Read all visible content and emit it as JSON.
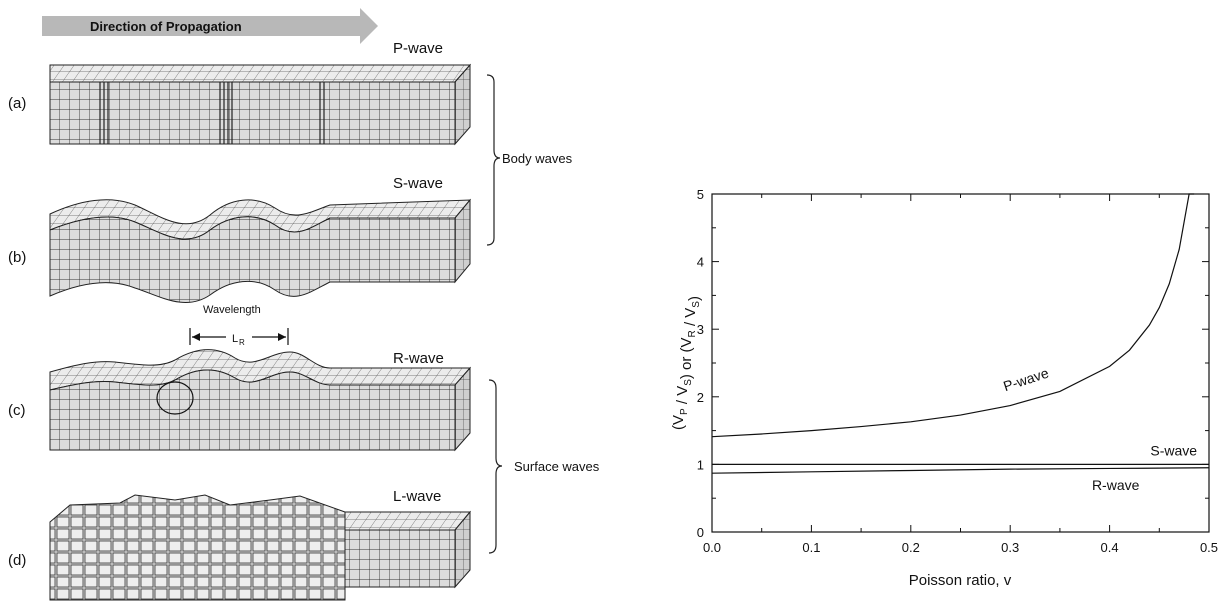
{
  "diagram": {
    "direction_label": "Direction of Propagation",
    "panels": [
      {
        "tag": "(a)",
        "wave": "P-wave"
      },
      {
        "tag": "(b)",
        "wave": "S-wave"
      },
      {
        "tag": "(c)",
        "wave": "R-wave"
      },
      {
        "tag": "(d)",
        "wave": "L-wave"
      }
    ],
    "groups": {
      "body": "Body waves",
      "surface": "Surface waves"
    },
    "wavelength_label": "Wavelength",
    "wavelength_symbol": "L",
    "wavelength_subscript": "R"
  },
  "chart_data": {
    "type": "line",
    "title": "",
    "xlabel": "Poisson ratio, v",
    "ylabel": "(V_P / V_S)  or  (V_R / V_S)",
    "xlim": [
      0.0,
      0.5
    ],
    "ylim": [
      0,
      5
    ],
    "xticks": [
      "0.0",
      "0.1",
      "0.2",
      "0.3",
      "0.4",
      "0.5"
    ],
    "yticks": [
      "0",
      "1",
      "2",
      "3",
      "4",
      "5"
    ],
    "grid": false,
    "series": [
      {
        "name": "P-wave",
        "x": [
          0.0,
          0.05,
          0.1,
          0.15,
          0.2,
          0.25,
          0.3,
          0.35,
          0.4,
          0.42,
          0.44,
          0.45,
          0.46,
          0.47,
          0.48,
          0.485
        ],
        "y": [
          1.41,
          1.45,
          1.5,
          1.56,
          1.63,
          1.73,
          1.87,
          2.08,
          2.45,
          2.69,
          3.06,
          3.32,
          3.67,
          4.18,
          5.0,
          5.0
        ]
      },
      {
        "name": "S-wave",
        "x": [
          0.0,
          0.5
        ],
        "y": [
          1.0,
          1.0
        ]
      },
      {
        "name": "R-wave",
        "x": [
          0.0,
          0.1,
          0.2,
          0.3,
          0.4,
          0.5
        ],
        "y": [
          0.87,
          0.89,
          0.91,
          0.93,
          0.94,
          0.95
        ]
      }
    ]
  }
}
